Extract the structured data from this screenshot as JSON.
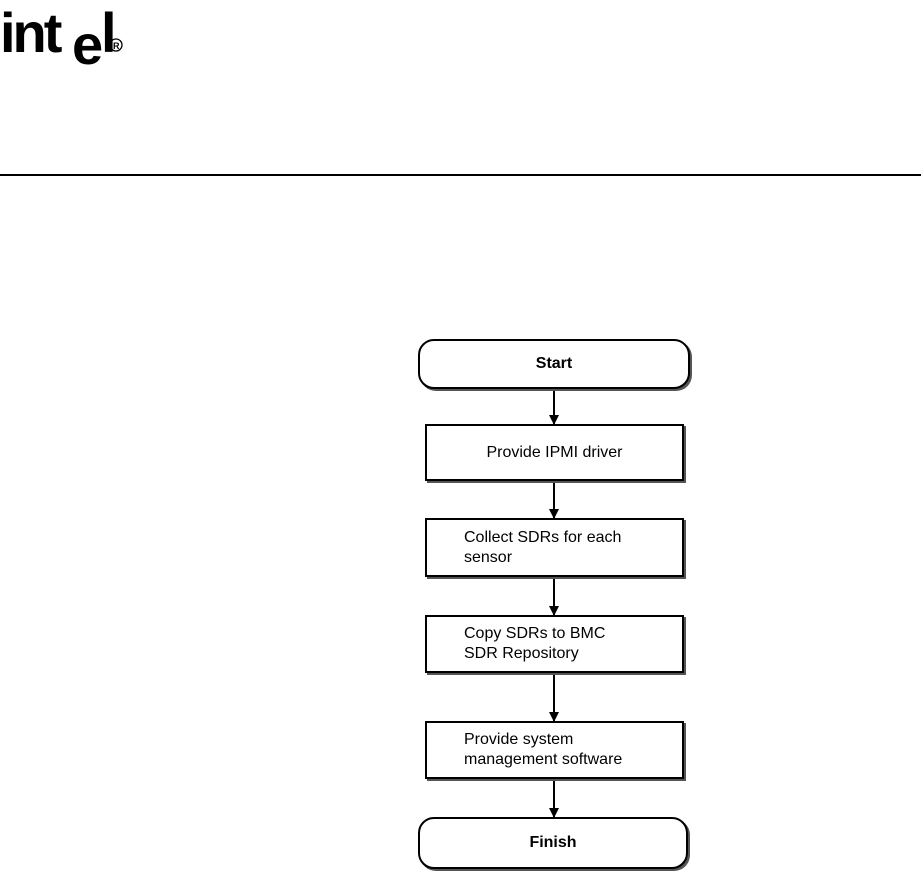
{
  "header": {
    "logo_text": "intel",
    "logo_mark": "®"
  },
  "flowchart": {
    "start_label": "Start",
    "steps": [
      "Provide IPMI driver",
      "Collect SDRs for each\nsensor",
      "Copy SDRs to BMC\nSDR Repository",
      "Provide system\nmanagement software"
    ],
    "finish_label": "Finish"
  }
}
